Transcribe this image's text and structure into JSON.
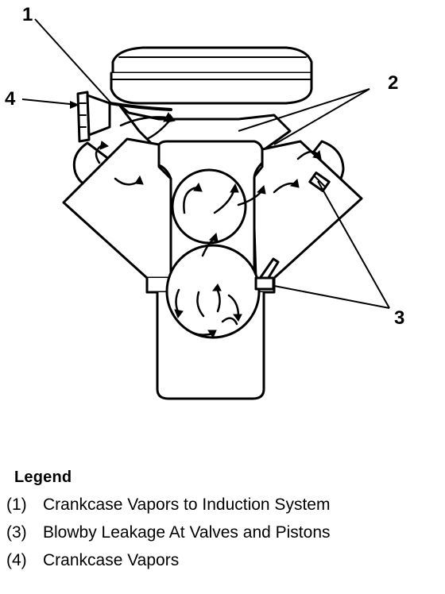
{
  "callouts": {
    "c1": "1",
    "c2": "2",
    "c3": "3",
    "c4": "4"
  },
  "legend": {
    "title": "Legend",
    "items": [
      {
        "num": "(1)",
        "text": "Crankcase Vapors to Induction System"
      },
      {
        "num": "(3)",
        "text": "Blowby Leakage At Valves and Pistons"
      },
      {
        "num": "(4)",
        "text": "Crankcase Vapors"
      }
    ]
  },
  "colors": {
    "ink": "#000000",
    "paper": "#ffffff"
  }
}
